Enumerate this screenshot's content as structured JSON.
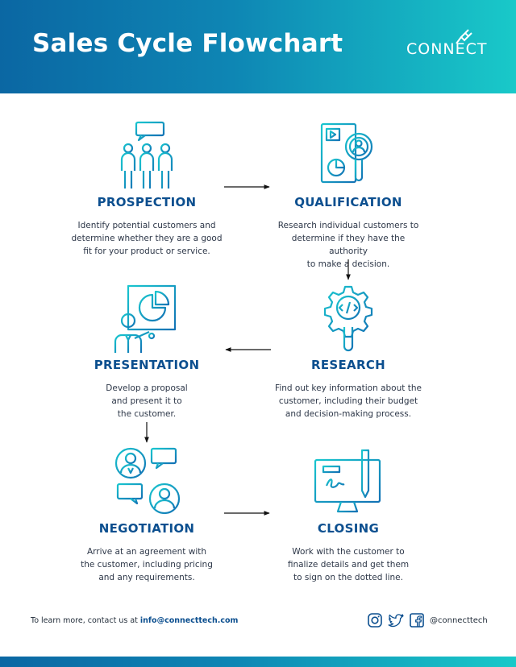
{
  "header": {
    "title": "Sales Cycle Flowchart",
    "logo_text": "CONNECT",
    "gradient_start": "#0b67a3",
    "gradient_end": "#19c9c9"
  },
  "steps": [
    {
      "title": "PROSPECTION",
      "icon": "team-chat-icon",
      "lines": [
        "Identify potential customers and",
        "determine whether they are a good",
        "fit for your product or service."
      ]
    },
    {
      "title": "QUALIFICATION",
      "icon": "magnifier-profile-icon",
      "lines": [
        "Research individual customers to",
        "determine if they have the authority",
        "to make a decision."
      ]
    },
    {
      "title": "RESEARCH",
      "icon": "gear-code-icon",
      "lines": [
        "Find out key information about the",
        "customer, including their budget",
        "and decision-making process."
      ]
    },
    {
      "title": "PRESENTATION",
      "icon": "presenter-chart-icon",
      "lines": [
        "Develop a proposal",
        "and present it to",
        "the customer."
      ]
    },
    {
      "title": "NEGOTIATION",
      "icon": "conversation-icon",
      "lines": [
        "Arrive at an agreement with",
        "the customer, including pricing",
        "and any requirements."
      ]
    },
    {
      "title": "CLOSING",
      "icon": "signing-screen-icon",
      "lines": [
        "Work with the customer to",
        "finalize details and get them",
        "to sign on the dotted line."
      ]
    }
  ],
  "footer": {
    "contact_prefix": "To learn more, contact us at ",
    "email": "info@connecttech.com",
    "handle": "@connecttech",
    "social_icons": [
      "instagram-icon",
      "twitter-icon",
      "facebook-icon"
    ]
  },
  "colors": {
    "title_blue": "#0c4f8f",
    "icon_teal": "#14b8c8",
    "icon_blue": "#1478b8"
  }
}
